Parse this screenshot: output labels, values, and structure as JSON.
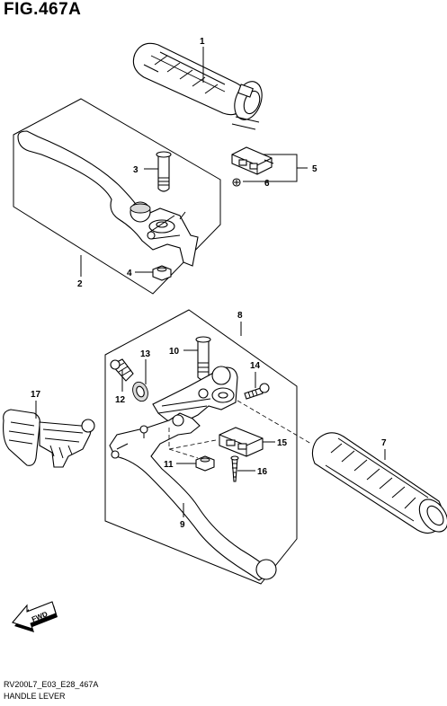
{
  "figure": {
    "title": "FIG.467A"
  },
  "footer": {
    "code": "RV200L7_E03_E28_467A",
    "name": "HANDLE LEVER"
  },
  "fwd_badge": {
    "label": "FWD"
  },
  "callouts": [
    "1",
    "2",
    "3",
    "4",
    "5",
    "6",
    "7",
    "8",
    "9",
    "10",
    "11",
    "12",
    "13",
    "14",
    "15",
    "16",
    "17"
  ]
}
